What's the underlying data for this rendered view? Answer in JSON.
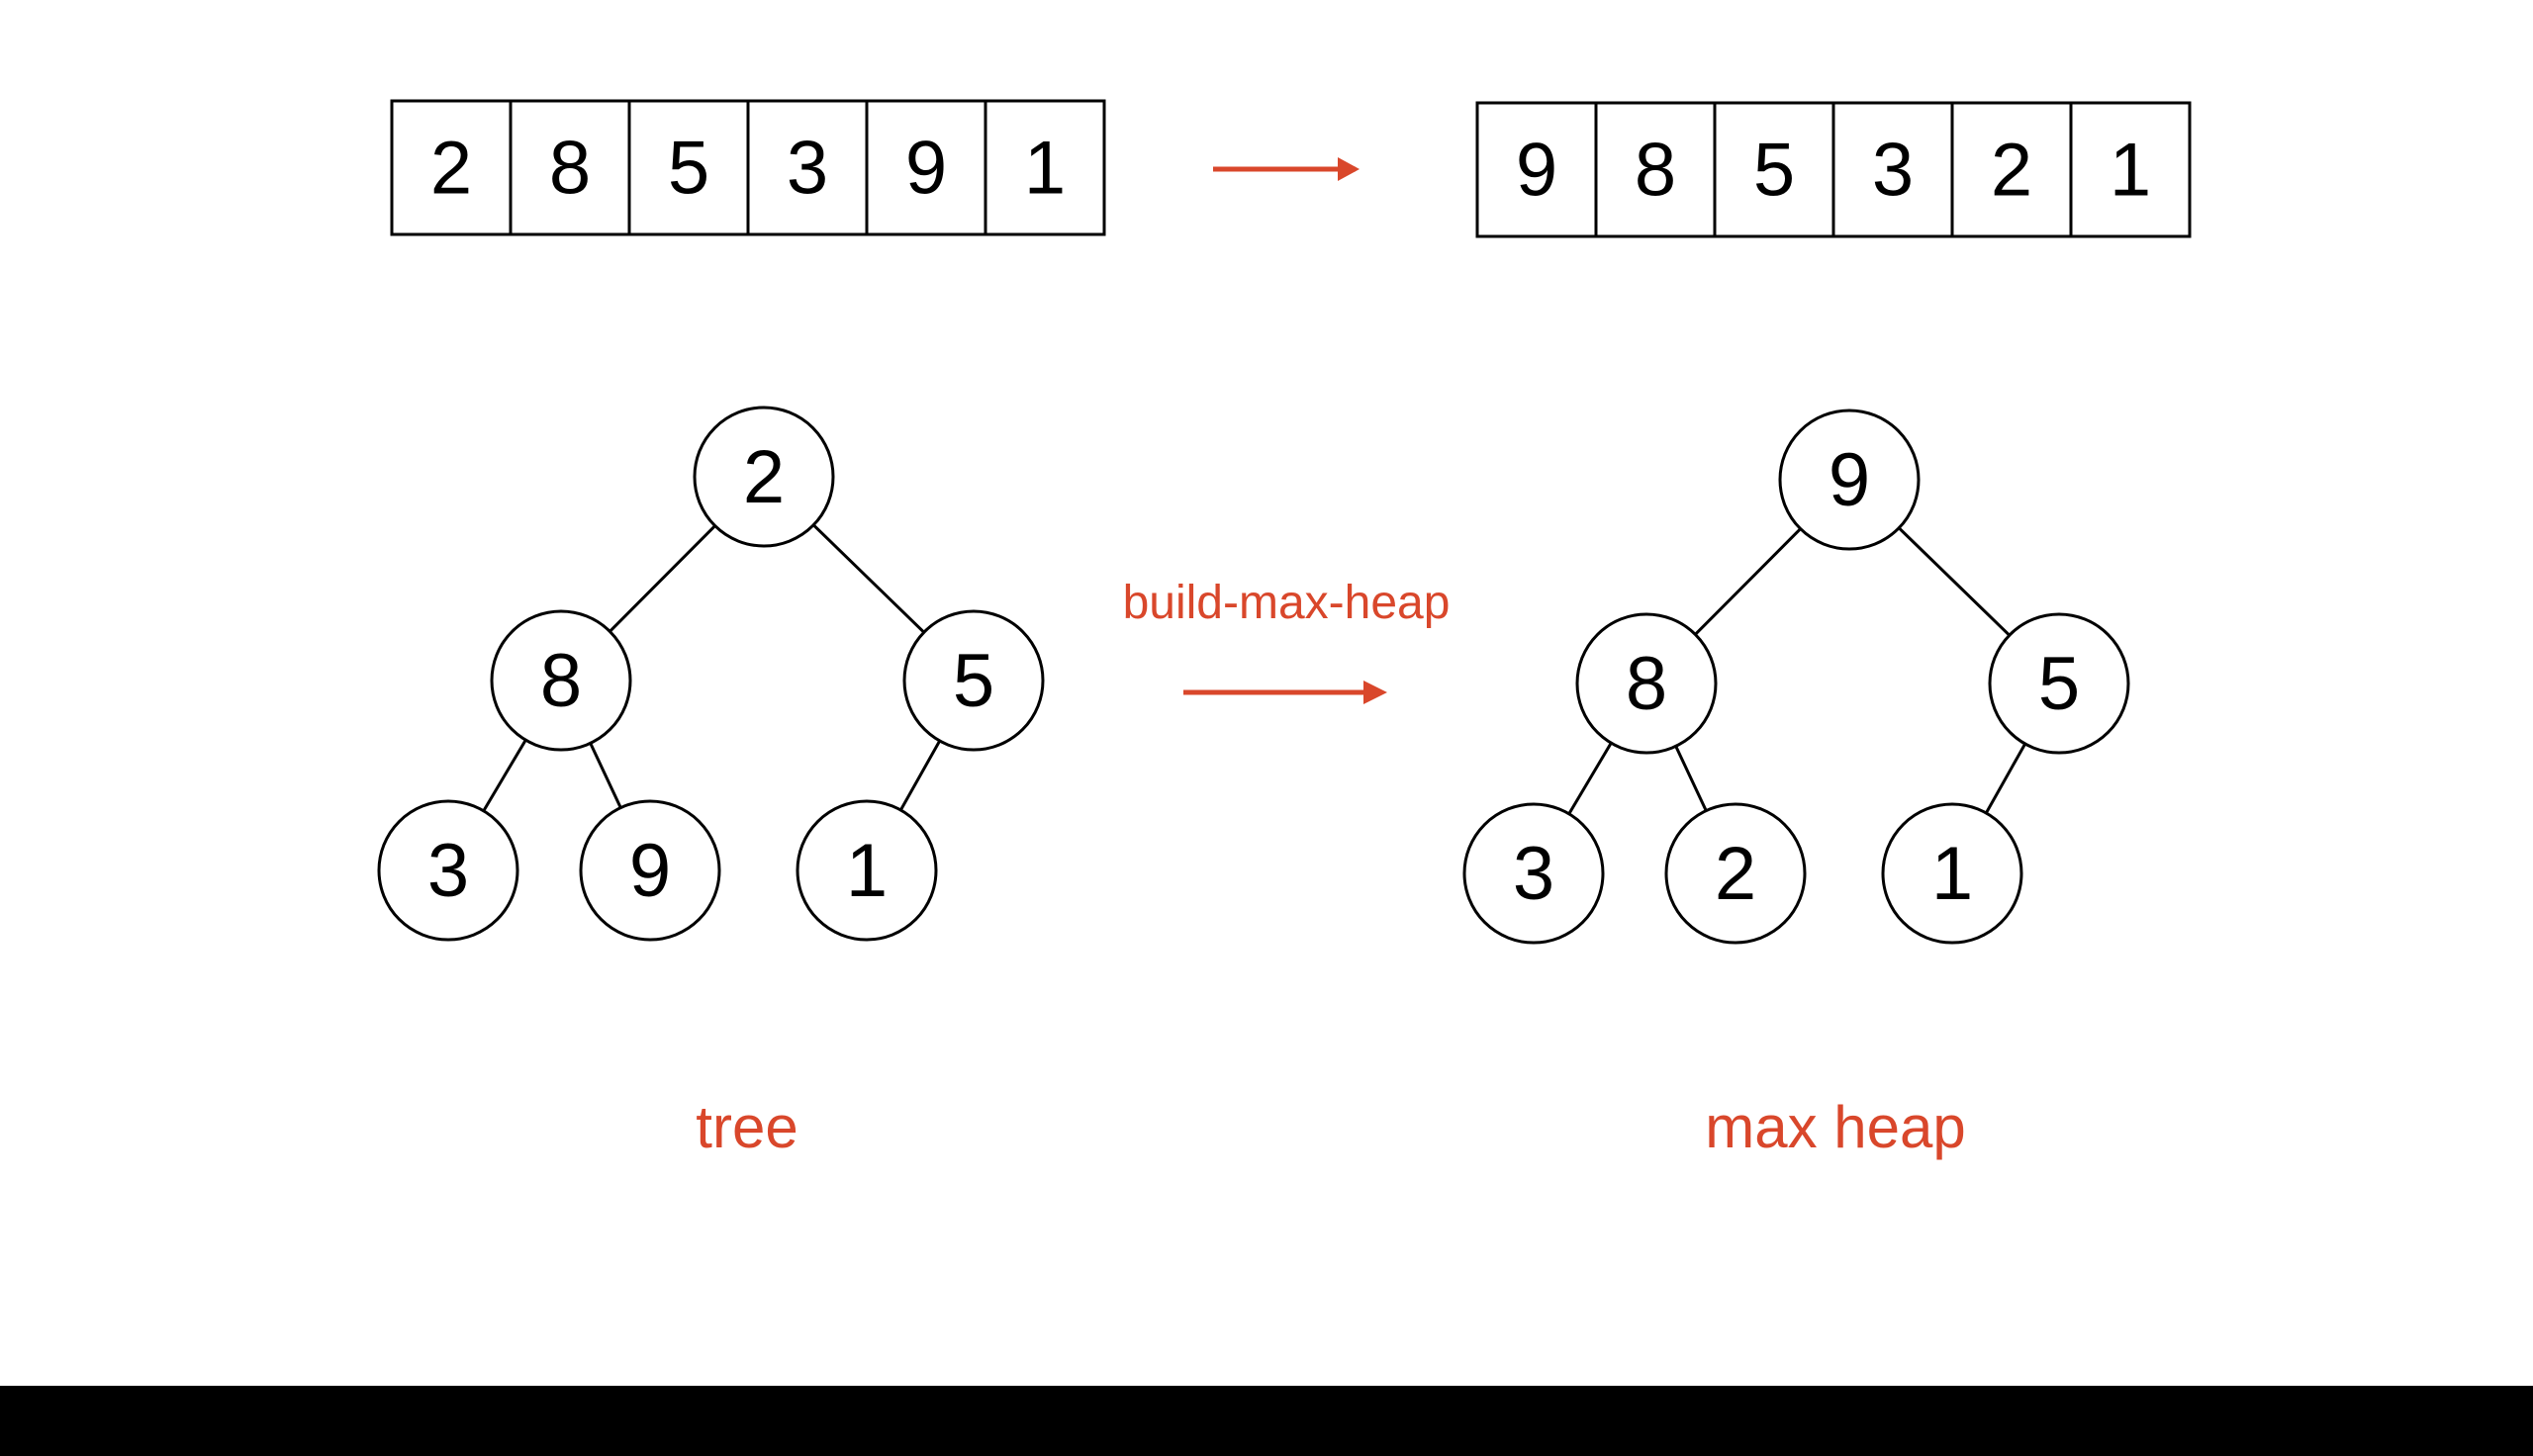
{
  "colors": {
    "accent": "#d9472b",
    "ink": "#000000",
    "background": "#ffffff"
  },
  "input_array": [
    "2",
    "8",
    "5",
    "3",
    "9",
    "1"
  ],
  "output_array": [
    "9",
    "8",
    "5",
    "3",
    "2",
    "1"
  ],
  "input_tree": [
    "2",
    "8",
    "5",
    "3",
    "9",
    "1"
  ],
  "output_tree": [
    "9",
    "8",
    "5",
    "3",
    "2",
    "1"
  ],
  "operation_label": "build-max-heap",
  "input_caption": "tree",
  "output_caption": "max heap"
}
